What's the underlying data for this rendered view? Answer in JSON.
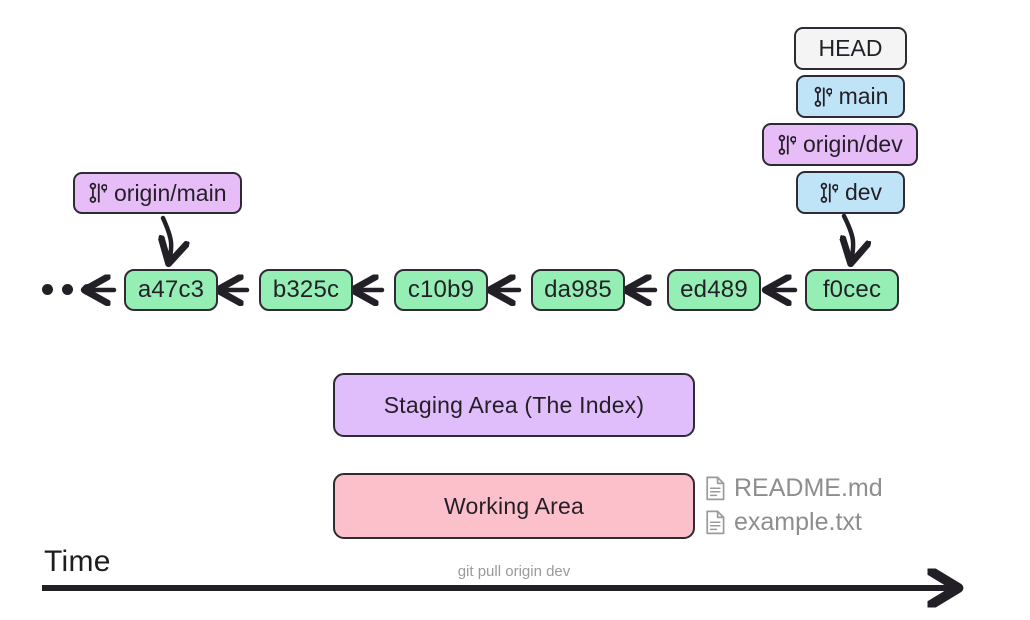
{
  "diagram": {
    "title_label": "Time",
    "axis_caption": "git pull origin dev",
    "ellipsis_icon": "ellipsis-dots",
    "colors": {
      "commit": "#95efb4",
      "local_branch": "#bfe4f8",
      "remote_branch": "#e7bdf8",
      "head": "#f4f4f4",
      "staging": "#e0bdfb",
      "working": "#fcc0cb",
      "stroke": "#2f2a33",
      "muted_text": "#8e8e8e",
      "background": "#ffffff"
    }
  },
  "refs": {
    "left_stack": [
      {
        "label": "origin/main",
        "kind": "remote",
        "icon": "git-branch-icon"
      }
    ],
    "right_stack": [
      {
        "label": "HEAD",
        "kind": "head",
        "icon": ""
      },
      {
        "label": "main",
        "kind": "local",
        "icon": "git-branch-icon"
      },
      {
        "label": "origin/dev",
        "kind": "remote",
        "icon": "git-branch-icon"
      },
      {
        "label": "dev",
        "kind": "local",
        "icon": "git-branch-icon"
      }
    ]
  },
  "commits": [
    {
      "hash": "a47c3"
    },
    {
      "hash": "b325c"
    },
    {
      "hash": "c10b9"
    },
    {
      "hash": "da985"
    },
    {
      "hash": "ed489"
    },
    {
      "hash": "f0cec"
    }
  ],
  "areas": {
    "staging": "Staging Area (The Index)",
    "working": "Working Area"
  },
  "files": [
    {
      "name": "README.md",
      "icon": "document-icon"
    },
    {
      "name": "example.txt",
      "icon": "document-icon"
    }
  ]
}
